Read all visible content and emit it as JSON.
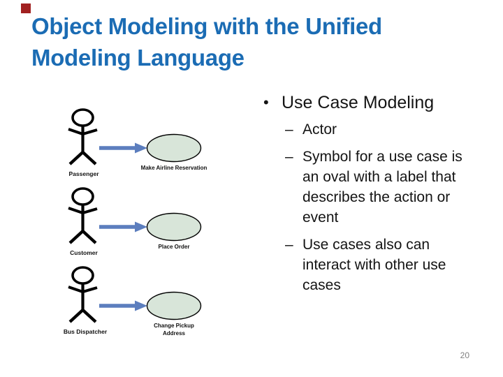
{
  "title": {
    "line1": "Object Modeling with the Unified",
    "line2": "Modeling Language"
  },
  "page_number": "20",
  "bullets": {
    "main_glyph": "•",
    "main": "Use Case Modeling",
    "dash_glyph": "–",
    "items": [
      {
        "lines": [
          "Actor"
        ]
      },
      {
        "lines": [
          "Symbol for a use case is",
          "an oval with a label that",
          "describes the action or",
          "event"
        ]
      },
      {
        "lines": [
          "Use cases also can",
          "interact with other use",
          "cases"
        ]
      }
    ]
  },
  "diagram": {
    "pairs": [
      {
        "actor": "Passenger",
        "use_case_lines": [
          "Make Airline Reservation"
        ]
      },
      {
        "actor": "Customer",
        "use_case_lines": [
          "Place Order"
        ]
      },
      {
        "actor": "Bus Dispatcher",
        "use_case_lines": [
          "Change Pickup",
          "Address"
        ]
      }
    ]
  },
  "colors": {
    "title-blue": "#1B6CB4",
    "marker-red": "#A12121",
    "arrow-blue": "#5C7EBE",
    "oval-fill": "#D8E5D9",
    "text-dark": "#141414",
    "page-gray": "#808080"
  }
}
